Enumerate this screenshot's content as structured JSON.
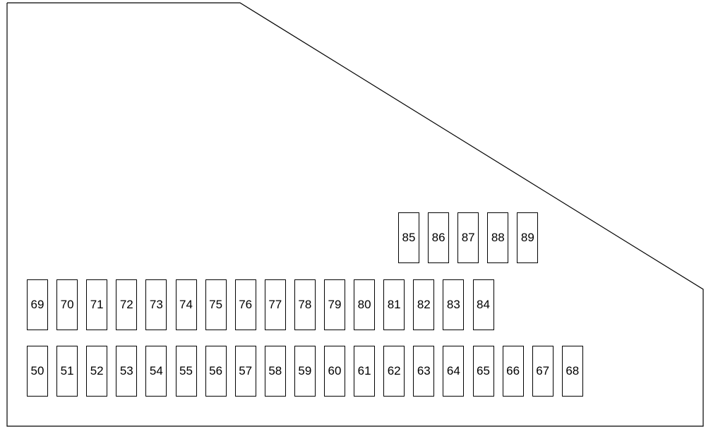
{
  "diagram": {
    "type": "fuse-box-layout",
    "rows": [
      {
        "id": "top",
        "fuses": [
          "85",
          "86",
          "87",
          "88",
          "89"
        ]
      },
      {
        "id": "middle",
        "fuses": [
          "69",
          "70",
          "71",
          "72",
          "73",
          "74",
          "75",
          "76",
          "77",
          "78",
          "79",
          "80",
          "81",
          "82",
          "83",
          "84"
        ]
      },
      {
        "id": "bottom",
        "fuses": [
          "50",
          "51",
          "52",
          "53",
          "54",
          "55",
          "56",
          "57",
          "58",
          "59",
          "60",
          "61",
          "62",
          "63",
          "64",
          "65",
          "66",
          "67",
          "68"
        ]
      }
    ]
  }
}
